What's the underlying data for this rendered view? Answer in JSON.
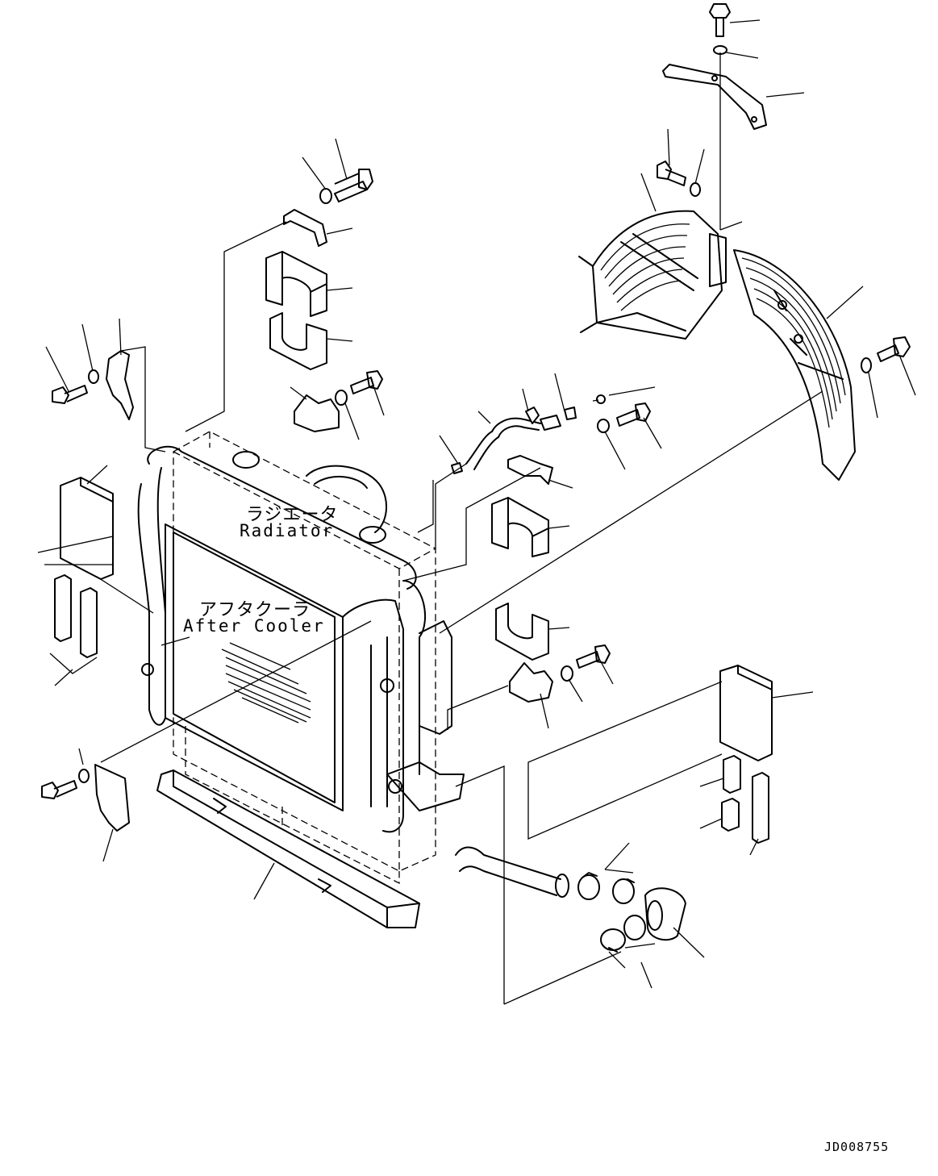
{
  "labels": {
    "radiator_jp": "ラジエータ",
    "radiator_en": "Radiator",
    "aftercooler_jp": "アフタクーラ",
    "aftercooler_en": "After Cooler"
  },
  "drawing_code": "JD008755"
}
